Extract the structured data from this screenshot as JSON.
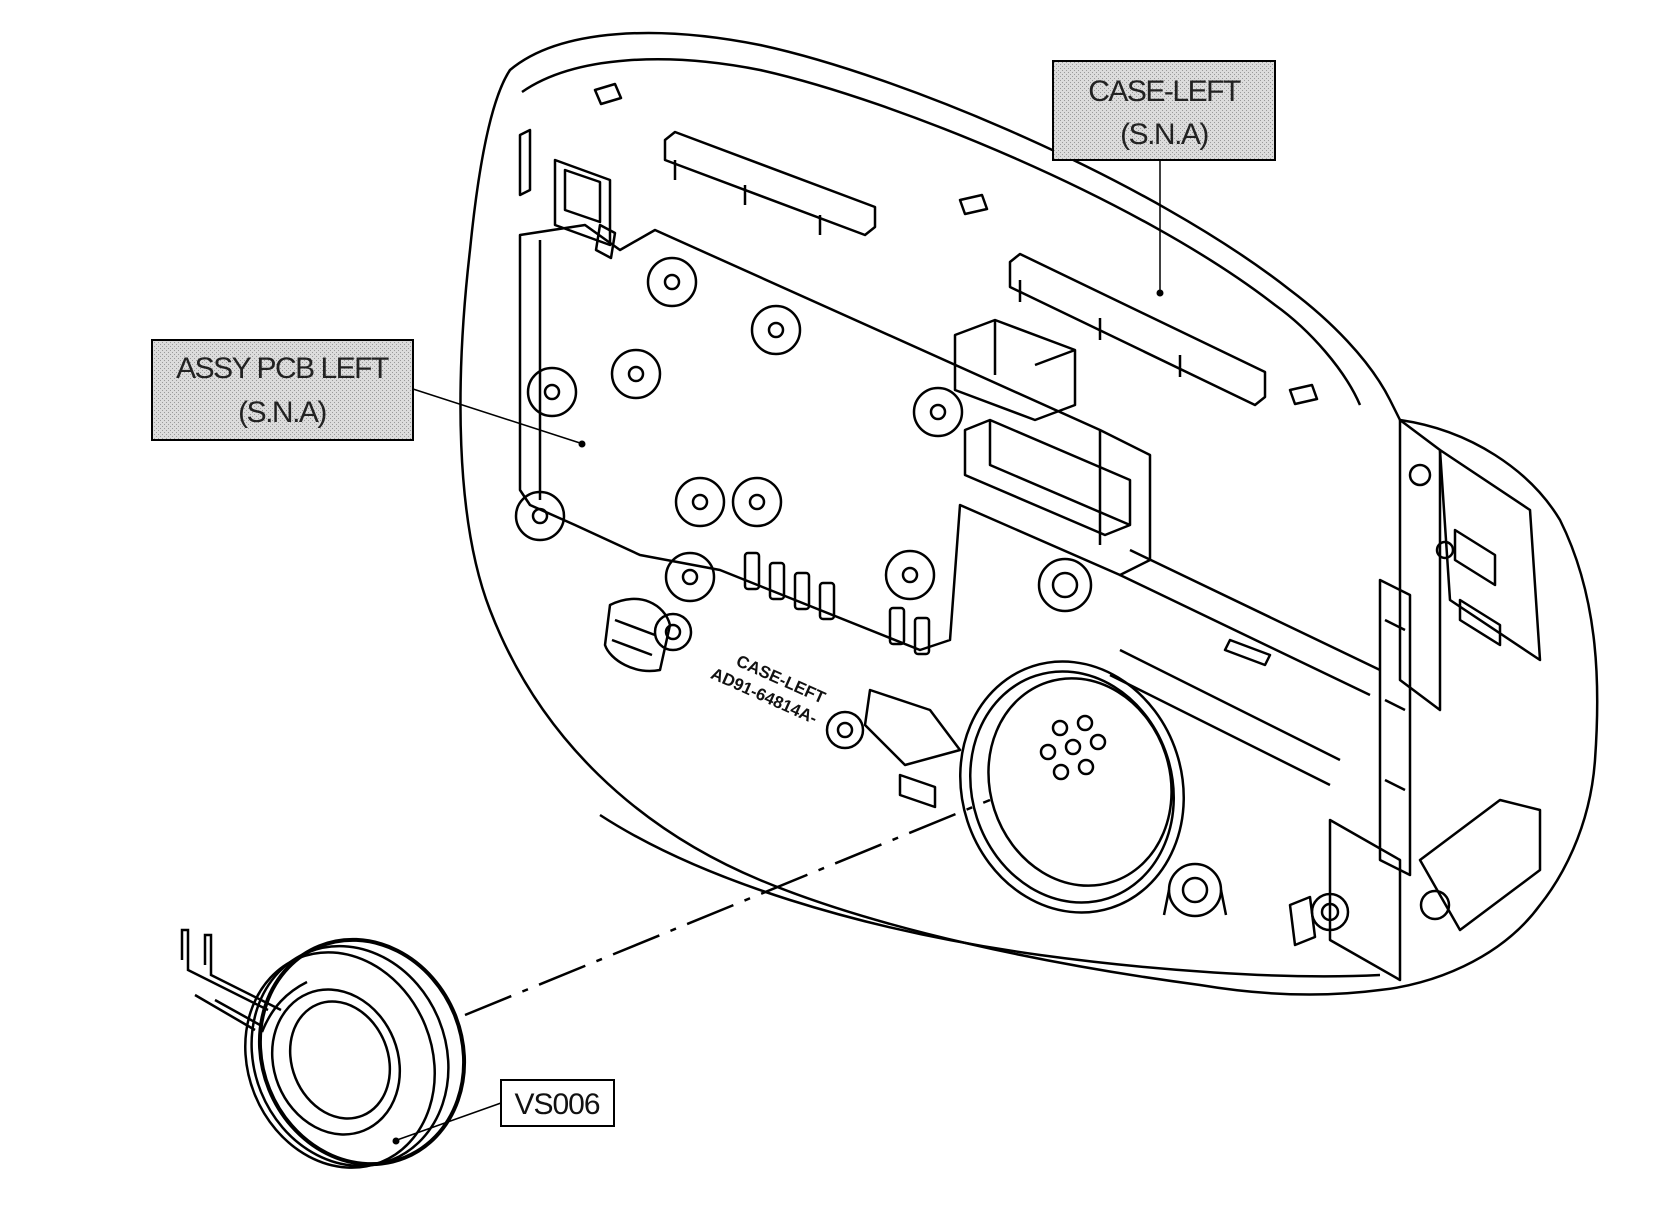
{
  "labels": {
    "case_left": {
      "line1": "CASE-LEFT",
      "line2": "(S.N.A)"
    },
    "assy_pcb_left": {
      "line1": "ASSY PCB LEFT",
      "line2": "(S.N.A)"
    },
    "speaker_part": "VS006"
  },
  "engraving": {
    "line1": "CASE-LEFT",
    "line2": "AD91-64814A-"
  },
  "colors": {
    "line": "#000000",
    "callout_fill": "#c9c9c9"
  }
}
